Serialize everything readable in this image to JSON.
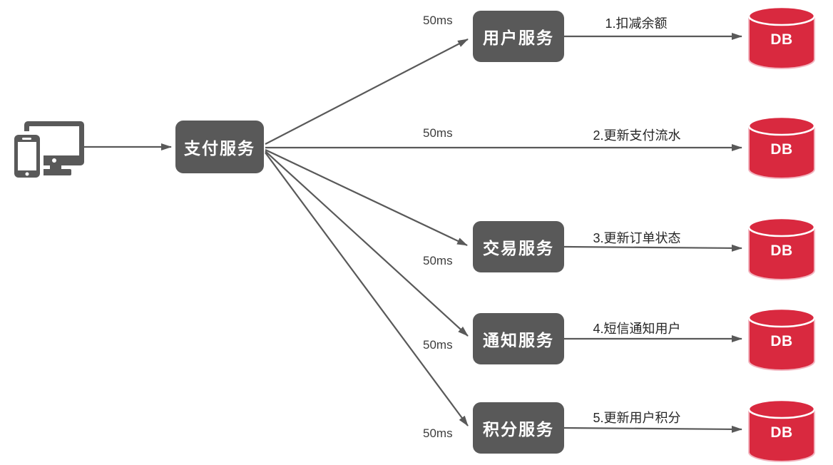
{
  "diagram": {
    "source": {
      "label": "支付服务"
    },
    "client": {
      "icon": "client-devices-icon"
    },
    "rows": [
      {
        "service": "用户服务",
        "latency": "50ms",
        "action": "1.扣减余额",
        "db": "DB"
      },
      {
        "service": "",
        "latency": "50ms",
        "action": "2.更新支付流水",
        "db": "DB"
      },
      {
        "service": "交易服务",
        "latency": "50ms",
        "action": "3.更新订单状态",
        "db": "DB"
      },
      {
        "service": "通知服务",
        "latency": "50ms",
        "action": "4.短信通知用户",
        "db": "DB"
      },
      {
        "service": "积分服务",
        "latency": "50ms",
        "action": "5.更新用户积分",
        "db": "DB"
      }
    ],
    "colors": {
      "node": "#595959",
      "database": "#D9293F",
      "arrow": "#595959",
      "text": "#262626"
    }
  }
}
